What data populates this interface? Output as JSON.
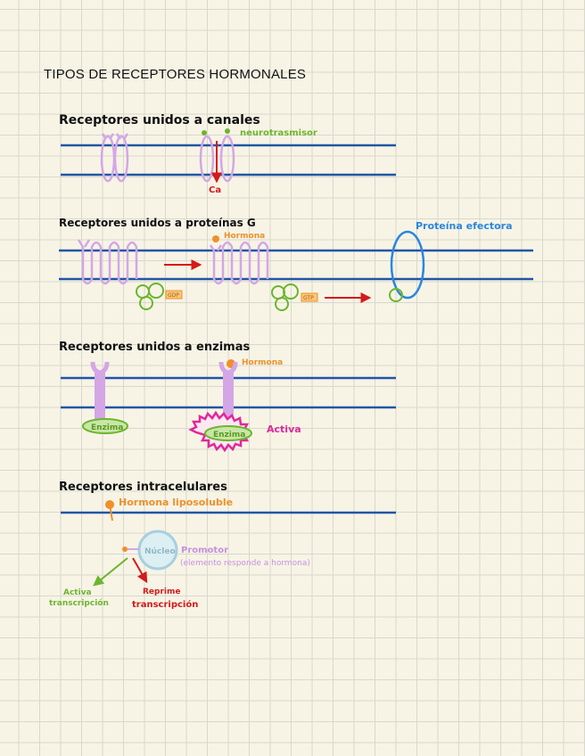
{
  "title": "TIPOS DE RECEPTORES HORMONALES",
  "sections": {
    "channels": {
      "heading": "Receptores unidos a canales",
      "neuro_label": "neurotrasmisor",
      "ion_label": "Ca"
    },
    "gprotein": {
      "heading": "Receptores unidos a proteínas G",
      "hormone_label": "Hormona",
      "effector_label": "Proteína efectora",
      "gdp_label": "GDP",
      "gtp_label": "GTP"
    },
    "enzyme": {
      "heading": "Receptores unidos a enzimas",
      "hormone_label": "Hormona",
      "enzyme_label_inactive": "Enzima",
      "enzyme_label_active": "Enzima",
      "active_label": "Activa"
    },
    "intracellular": {
      "heading": "Receptores intracelulares",
      "hormone_label": "Hormona liposoluble",
      "nucleus_label": "Núcleo",
      "promoter_label": "Promotor",
      "promoter_note": "(elemento responde a hormona)",
      "activate_label_1": "Activa",
      "activate_label_2": "transcripción",
      "repress_label_1": "Reprime",
      "repress_label_2": "transcripción"
    }
  },
  "colors": {
    "membrane": "#2056a6",
    "receptor": "#d4a6e6",
    "arrow_red": "#d41a1a",
    "green": "#6db52e",
    "orange": "#f0902a",
    "blue_effector": "#2a86e0",
    "magenta": "#e0289a",
    "nucleus": "#a8cfe0",
    "promoter_text": "#c890e0"
  }
}
